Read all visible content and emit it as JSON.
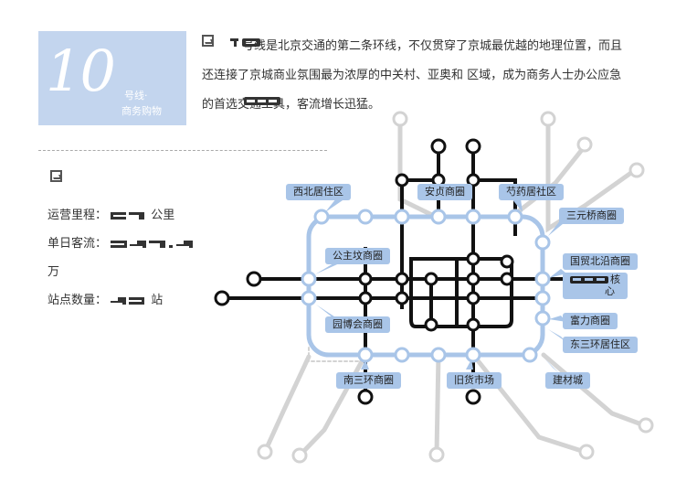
{
  "header": {
    "line_number": "10",
    "badge_line1": "号线·",
    "badge_line2": "商务购物",
    "intro_text": "号线是北京交通的第二条环线，不仅贯穿了京城最优越的地理位置，而且还连接了京城商业氛围最为浓厚的中关村、亚奥和 区域，成为商务人士办公应急的首选交通工具，客流增长迅猛。"
  },
  "stats": {
    "mileage_label": "运营里程：",
    "mileage_unit": "公里",
    "daily_label": "单日客流：",
    "daily_unit": "万",
    "stations_label": "站点数量：",
    "stations_unit": "站"
  },
  "map_labels": {
    "xibei": "西北居住区",
    "anzhen": "安贞商圈",
    "shaoyao": "芍药居社区",
    "sanyuanqiao": "三元桥商圈",
    "gongzhufen": "公主坟商圈",
    "guomao": "国贸北沿商圈",
    "cbd_suffix": "核",
    "cbd_suffix2": "心",
    "yuanbohui": "园博会商圈",
    "fuli": "富力商圈",
    "dongsanhuan": "东三环居住区",
    "nansanhuan": "南三环商圈",
    "jiuhuo": "旧货市场",
    "jiancai": "建材城"
  },
  "colors": {
    "ring": "#a9c5e8",
    "black_lines": "#111111",
    "grey_lines": "#d3d3d3",
    "badge": "#c3d5ee"
  }
}
